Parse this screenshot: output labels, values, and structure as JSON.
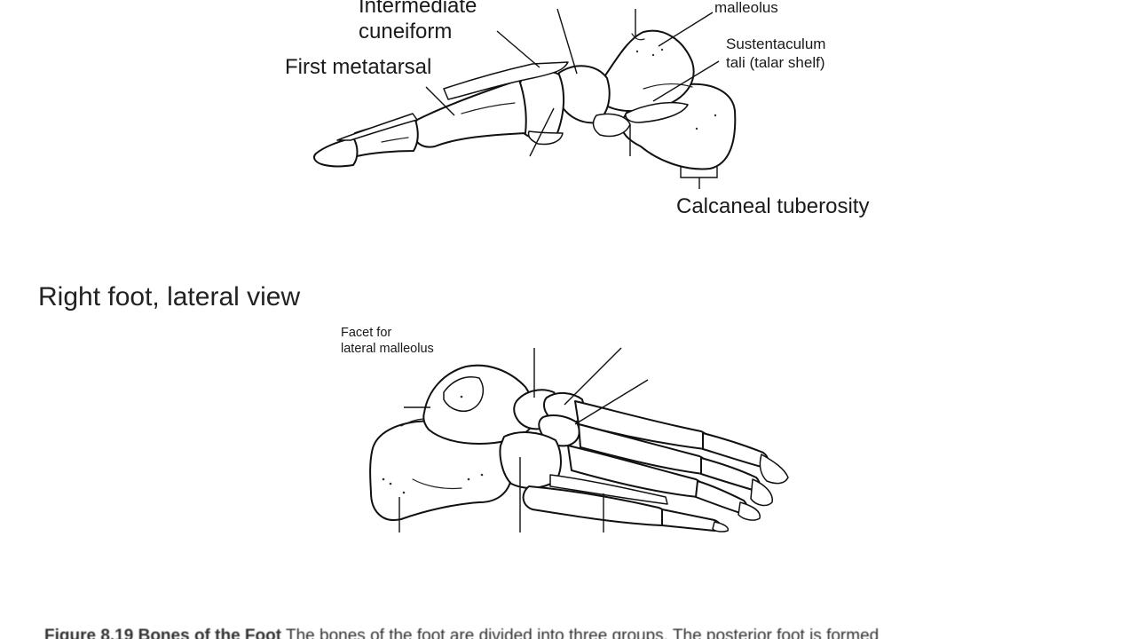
{
  "top_figure": {
    "labels": {
      "intermediate_cuneiform_line1": "Intermediate",
      "intermediate_cuneiform_line2": "cuneiform",
      "first_metatarsal": "First metatarsal",
      "malleolus": "malleolus",
      "sustentaculum_line1": "Sustentaculum",
      "sustentaculum_line2": "tali (talar shelf)",
      "calcaneal_tuberosity": "Calcaneal tuberosity"
    }
  },
  "bottom_figure": {
    "title": "Right foot, lateral view",
    "labels": {
      "facet_line1": "Facet for",
      "facet_line2": "lateral malleolus"
    }
  },
  "caption": {
    "bold": "Figure 8.19 Bones of the Foot",
    "text": " The bones of the foot are divided into three groups. The posterior foot is formed"
  },
  "colors": {
    "line": "#111111",
    "background": "#ffffff"
  }
}
